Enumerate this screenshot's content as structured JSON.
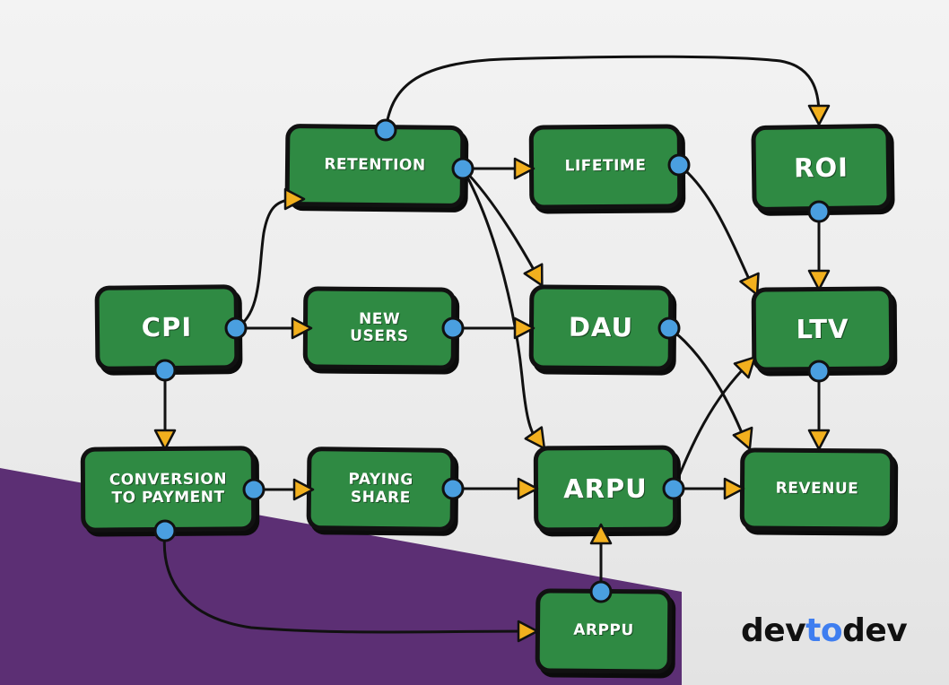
{
  "nodes": {
    "retention": {
      "label": "RETENTION"
    },
    "lifetime": {
      "label": "LIFETIME"
    },
    "roi": {
      "label": "ROI"
    },
    "cpi": {
      "label": "CPI"
    },
    "new_users": {
      "label": "NEW\nUSERS"
    },
    "dau": {
      "label": "DAU"
    },
    "ltv": {
      "label": "LTV"
    },
    "conversion": {
      "label": "CONVERSION\nTO PAYMENT"
    },
    "paying_share": {
      "label": "PAYING\nSHARE"
    },
    "arpu": {
      "label": "ARPU"
    },
    "revenue": {
      "label": "REVENUE"
    },
    "arppu": {
      "label": "ARPPU"
    }
  },
  "edges": [
    {
      "from": "cpi",
      "to": "retention"
    },
    {
      "from": "cpi",
      "to": "new_users"
    },
    {
      "from": "cpi",
      "to": "conversion"
    },
    {
      "from": "retention",
      "to": "lifetime"
    },
    {
      "from": "retention",
      "to": "roi"
    },
    {
      "from": "retention",
      "to": "dau"
    },
    {
      "from": "retention",
      "to": "arpu"
    },
    {
      "from": "new_users",
      "to": "dau"
    },
    {
      "from": "lifetime",
      "to": "ltv"
    },
    {
      "from": "roi",
      "to": "ltv"
    },
    {
      "from": "dau",
      "to": "revenue"
    },
    {
      "from": "ltv",
      "to": "revenue"
    },
    {
      "from": "arpu",
      "to": "ltv"
    },
    {
      "from": "arpu",
      "to": "revenue"
    },
    {
      "from": "conversion",
      "to": "paying_share"
    },
    {
      "from": "conversion",
      "to": "arppu"
    },
    {
      "from": "paying_share",
      "to": "arpu"
    },
    {
      "from": "arppu",
      "to": "arpu"
    }
  ],
  "logo": {
    "part1": "dev",
    "part2": "to",
    "part3": "dev"
  },
  "colors": {
    "node_fill": "#2f8a43",
    "node_border": "#111111",
    "connector_dot": "#4a9fe0",
    "arrow_head": "#f2b01e",
    "background_band": "#5c2f74",
    "logo_accent": "#3f7ef0"
  }
}
